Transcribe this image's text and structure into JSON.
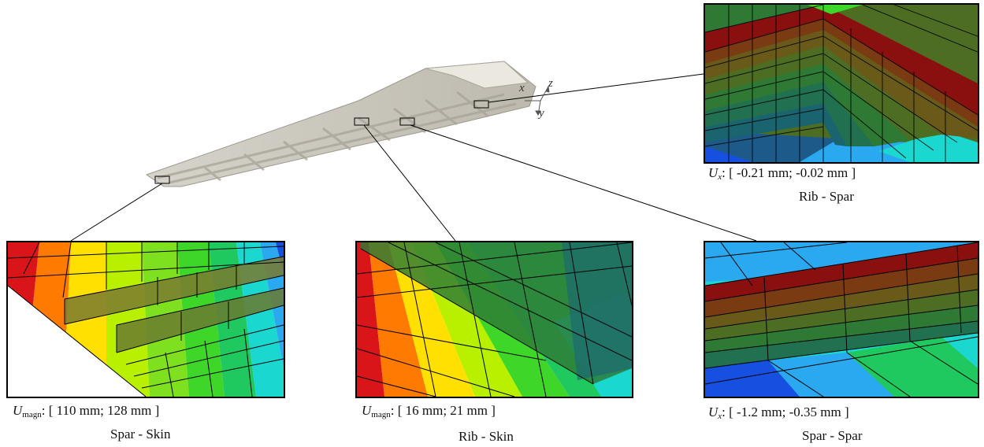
{
  "axes": {
    "x": "x",
    "y": "y",
    "z": "z"
  },
  "panels": [
    {
      "id": "rib-spar",
      "var": "U",
      "sub": "x",
      "range": ": [ -0.21 mm; -0.02 mm ]",
      "title": "Rib - Spar"
    },
    {
      "id": "spar-skin",
      "var": "U",
      "sub": "magn",
      "range": ": [ 110 mm; 128 mm ]",
      "title": "Spar - Skin"
    },
    {
      "id": "rib-skin",
      "var": "U",
      "sub": "magn",
      "range": ": [ 16 mm; 21 mm ]",
      "title": "Rib - Skin"
    },
    {
      "id": "spar-spar",
      "var": "U",
      "sub": "x",
      "range": ": [ -1.2 mm; -0.35 mm ]",
      "title": "Spar - Spar"
    }
  ],
  "colors": {
    "rainbow": [
      "#d9151a",
      "#ff7a00",
      "#ffe000",
      "#b8f000",
      "#3fd62a",
      "#20c860",
      "#1ad7d0",
      "#2aa8f0",
      "#1550e0"
    ],
    "wing": "#c9c6bd",
    "wing_dark": "#a9a59b",
    "rib_spar_bands": [
      "#8a0f0f",
      "#7a3a12",
      "#6a5a1a",
      "#4d6e22",
      "#2e7a35",
      "#217050",
      "#1a6470",
      "#1d5a8a"
    ]
  }
}
